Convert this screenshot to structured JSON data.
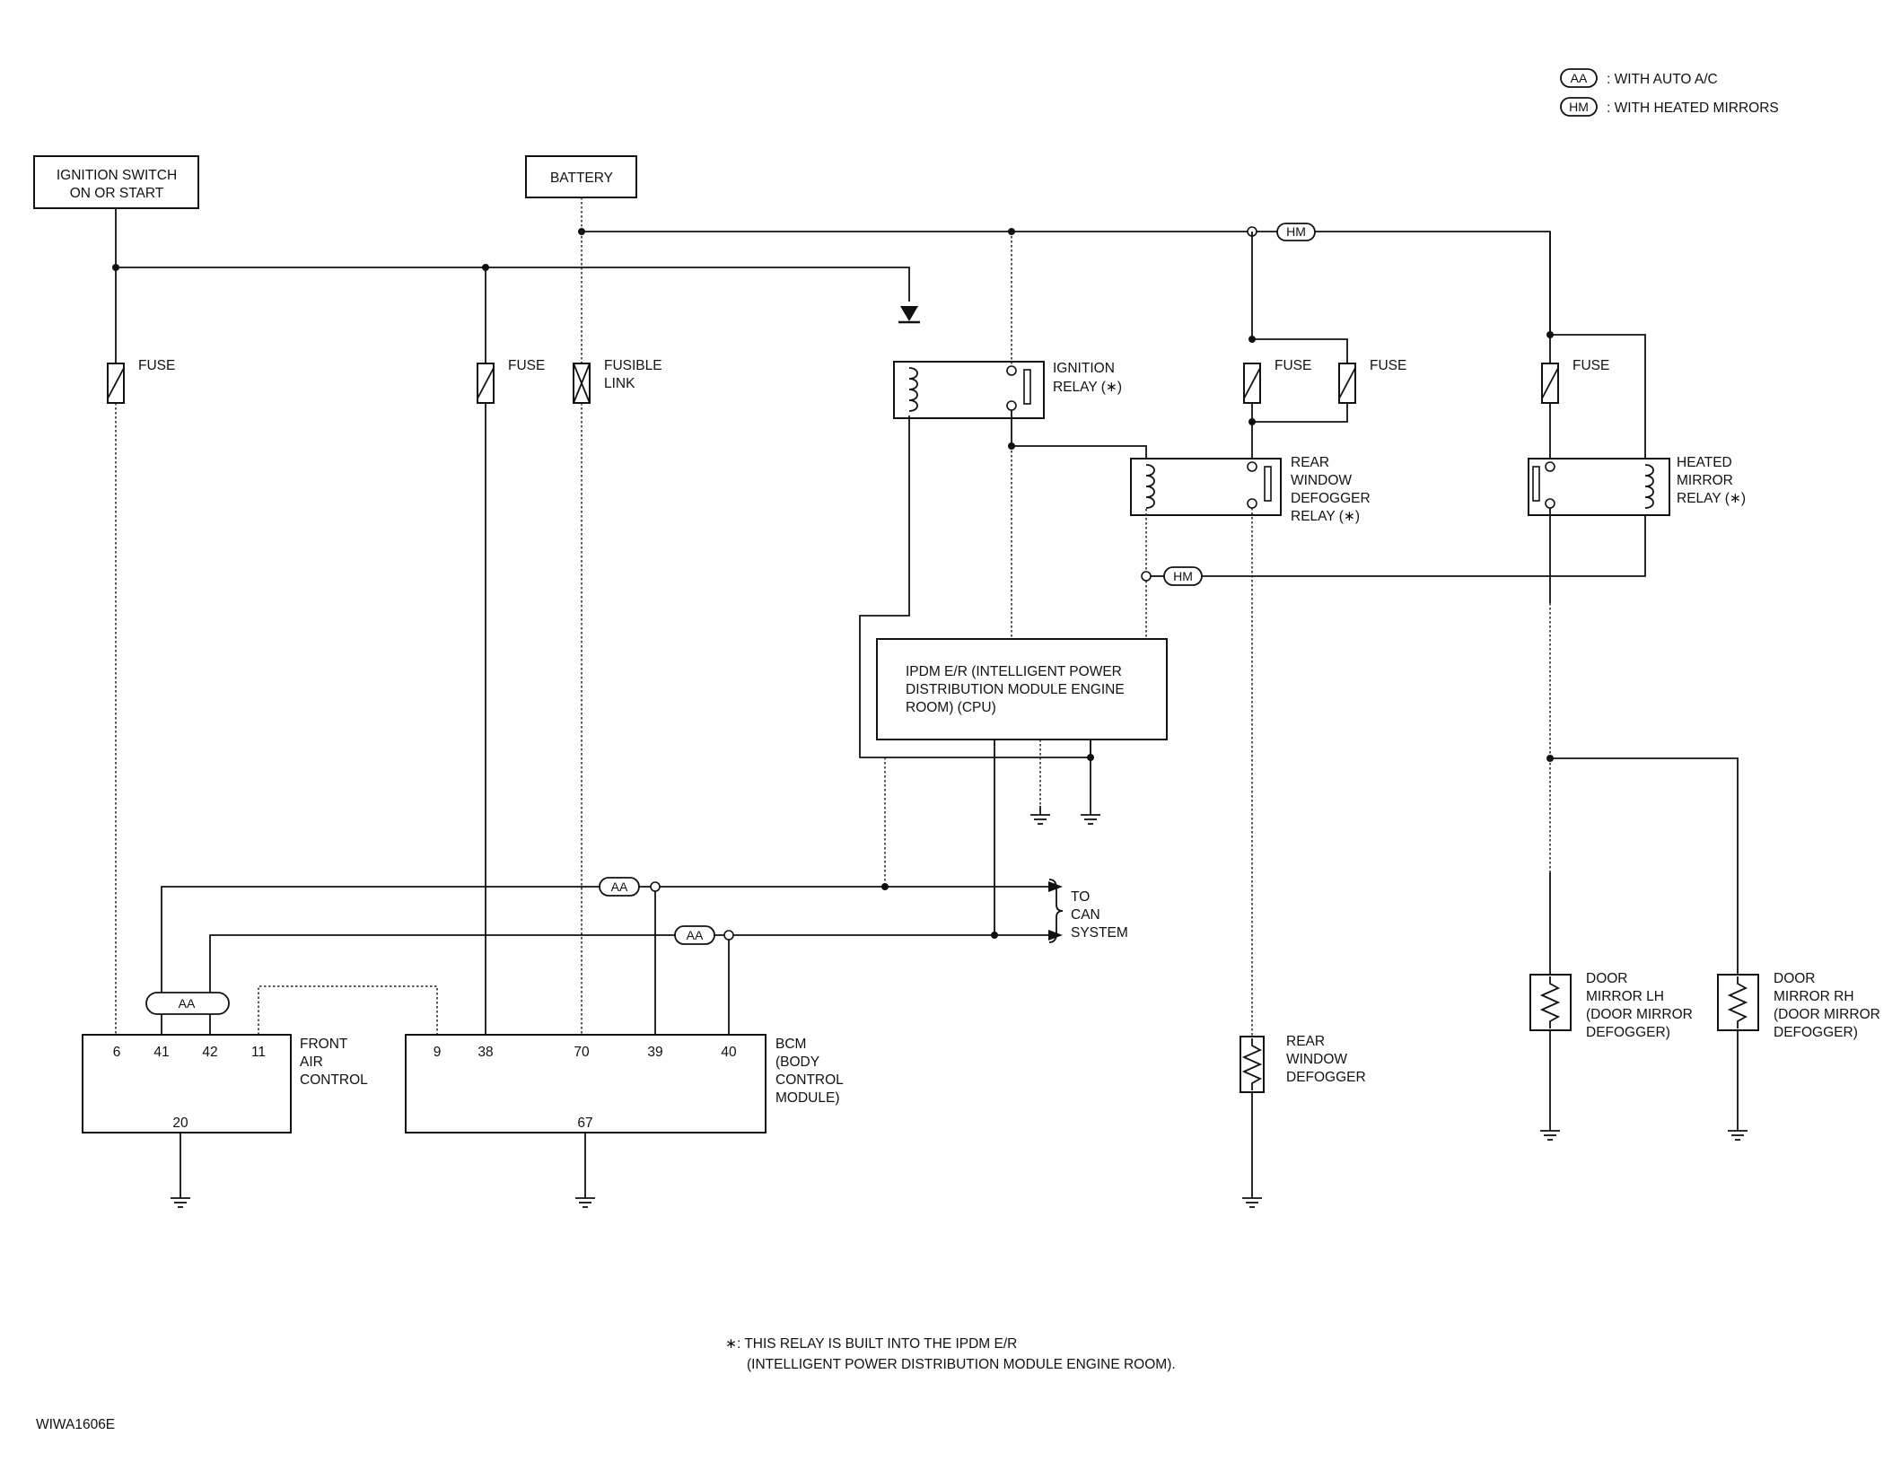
{
  "legend": [
    {
      "code": "AA",
      "text": ": WITH AUTO A/C"
    },
    {
      "code": "HM",
      "text": ": WITH HEATED MIRRORS"
    }
  ],
  "ignition_switch": [
    "IGNITION SWITCH",
    "ON OR START"
  ],
  "battery": "BATTERY",
  "fuse": "FUSE",
  "fusible_link": [
    "FUSIBLE",
    "LINK"
  ],
  "ignition_relay": [
    "IGNITION",
    "RELAY (∗)"
  ],
  "rear_window_defogger_relay": [
    "REAR",
    "WINDOW",
    "DEFOGGER",
    "RELAY (∗)"
  ],
  "heated_mirror_relay": [
    "HEATED",
    "MIRROR",
    "RELAY (∗)"
  ],
  "ipdm": [
    "IPDM E/R (INTELLIGENT POWER",
    "DISTRIBUTION MODULE ENGINE",
    "ROOM) (CPU)"
  ],
  "can_system": [
    "TO",
    "CAN",
    "SYSTEM"
  ],
  "option_aa": "AA",
  "option_hm": "HM",
  "front_air_control": {
    "label": [
      "FRONT",
      "AIR",
      "CONTROL"
    ],
    "pins": [
      "6",
      "41",
      "42",
      "11"
    ],
    "ground_pin": "20"
  },
  "bcm": {
    "label": [
      "BCM",
      "(BODY",
      "CONTROL",
      "MODULE)"
    ],
    "pins": [
      "9",
      "38",
      "70",
      "39",
      "40"
    ],
    "ground_pin": "67"
  },
  "rear_window_defogger": [
    "REAR",
    "WINDOW",
    "DEFOGGER"
  ],
  "door_mirror_lh": [
    "DOOR",
    "MIRROR LH",
    "(DOOR MIRROR",
    "DEFOGGER)"
  ],
  "door_mirror_rh": [
    "DOOR",
    "MIRROR RH",
    "(DOOR MIRROR",
    "DEFOGGER)"
  ],
  "footnote": [
    "∗: THIS RELAY IS BUILT INTO THE IPDM E/R",
    "(INTELLIGENT POWER DISTRIBUTION MODULE ENGINE ROOM)."
  ],
  "diagram_id": "WIWA1606E"
}
